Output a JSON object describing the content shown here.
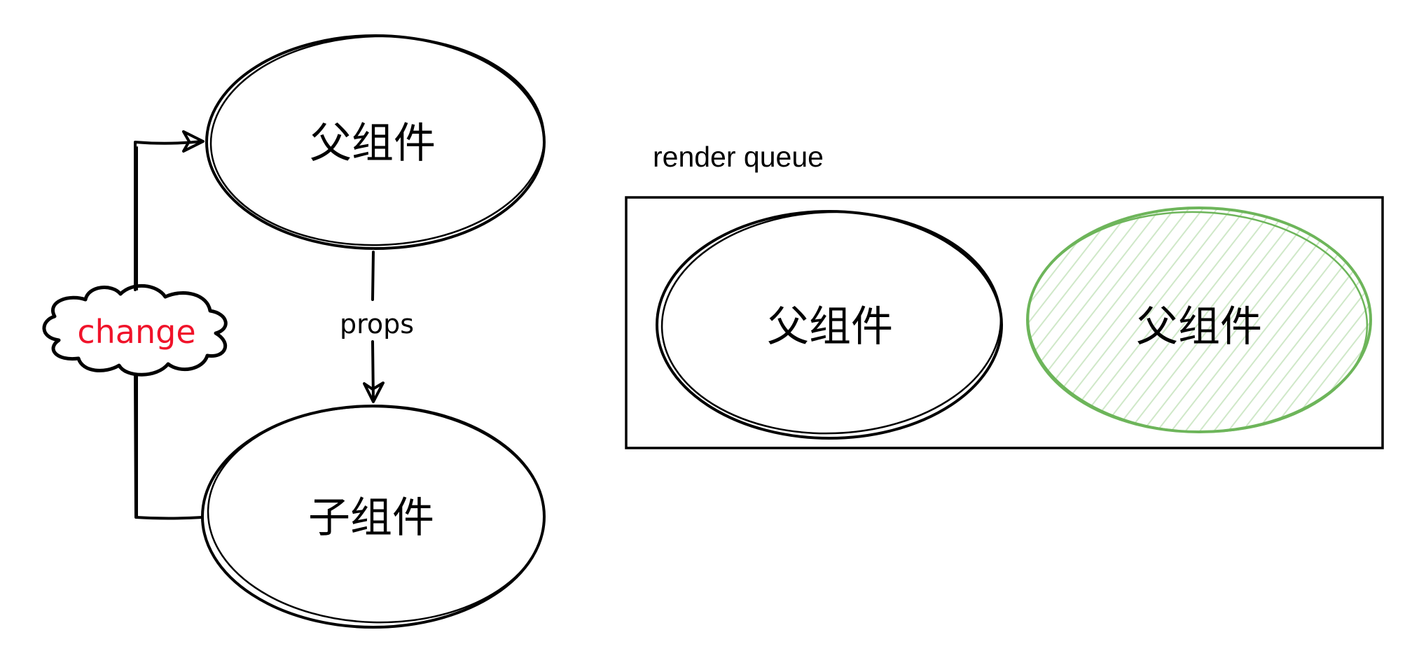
{
  "diagram": {
    "title": "React re-render flow",
    "left": {
      "parent_node": {
        "label": "父组件"
      },
      "child_node": {
        "label": "子组件"
      },
      "props_edge": {
        "label": "props",
        "from": "parent",
        "to": "child"
      },
      "change_edge": {
        "label": "change",
        "from": "child",
        "to": "parent",
        "label_color": "#f0132a"
      }
    },
    "render_queue": {
      "label": "render queue",
      "items": [
        {
          "label": "父组件",
          "highlighted": false
        },
        {
          "label": "父组件",
          "highlighted": true,
          "stroke_color": "#6db55a",
          "hatch_color": "#cfe8c8"
        }
      ]
    }
  }
}
